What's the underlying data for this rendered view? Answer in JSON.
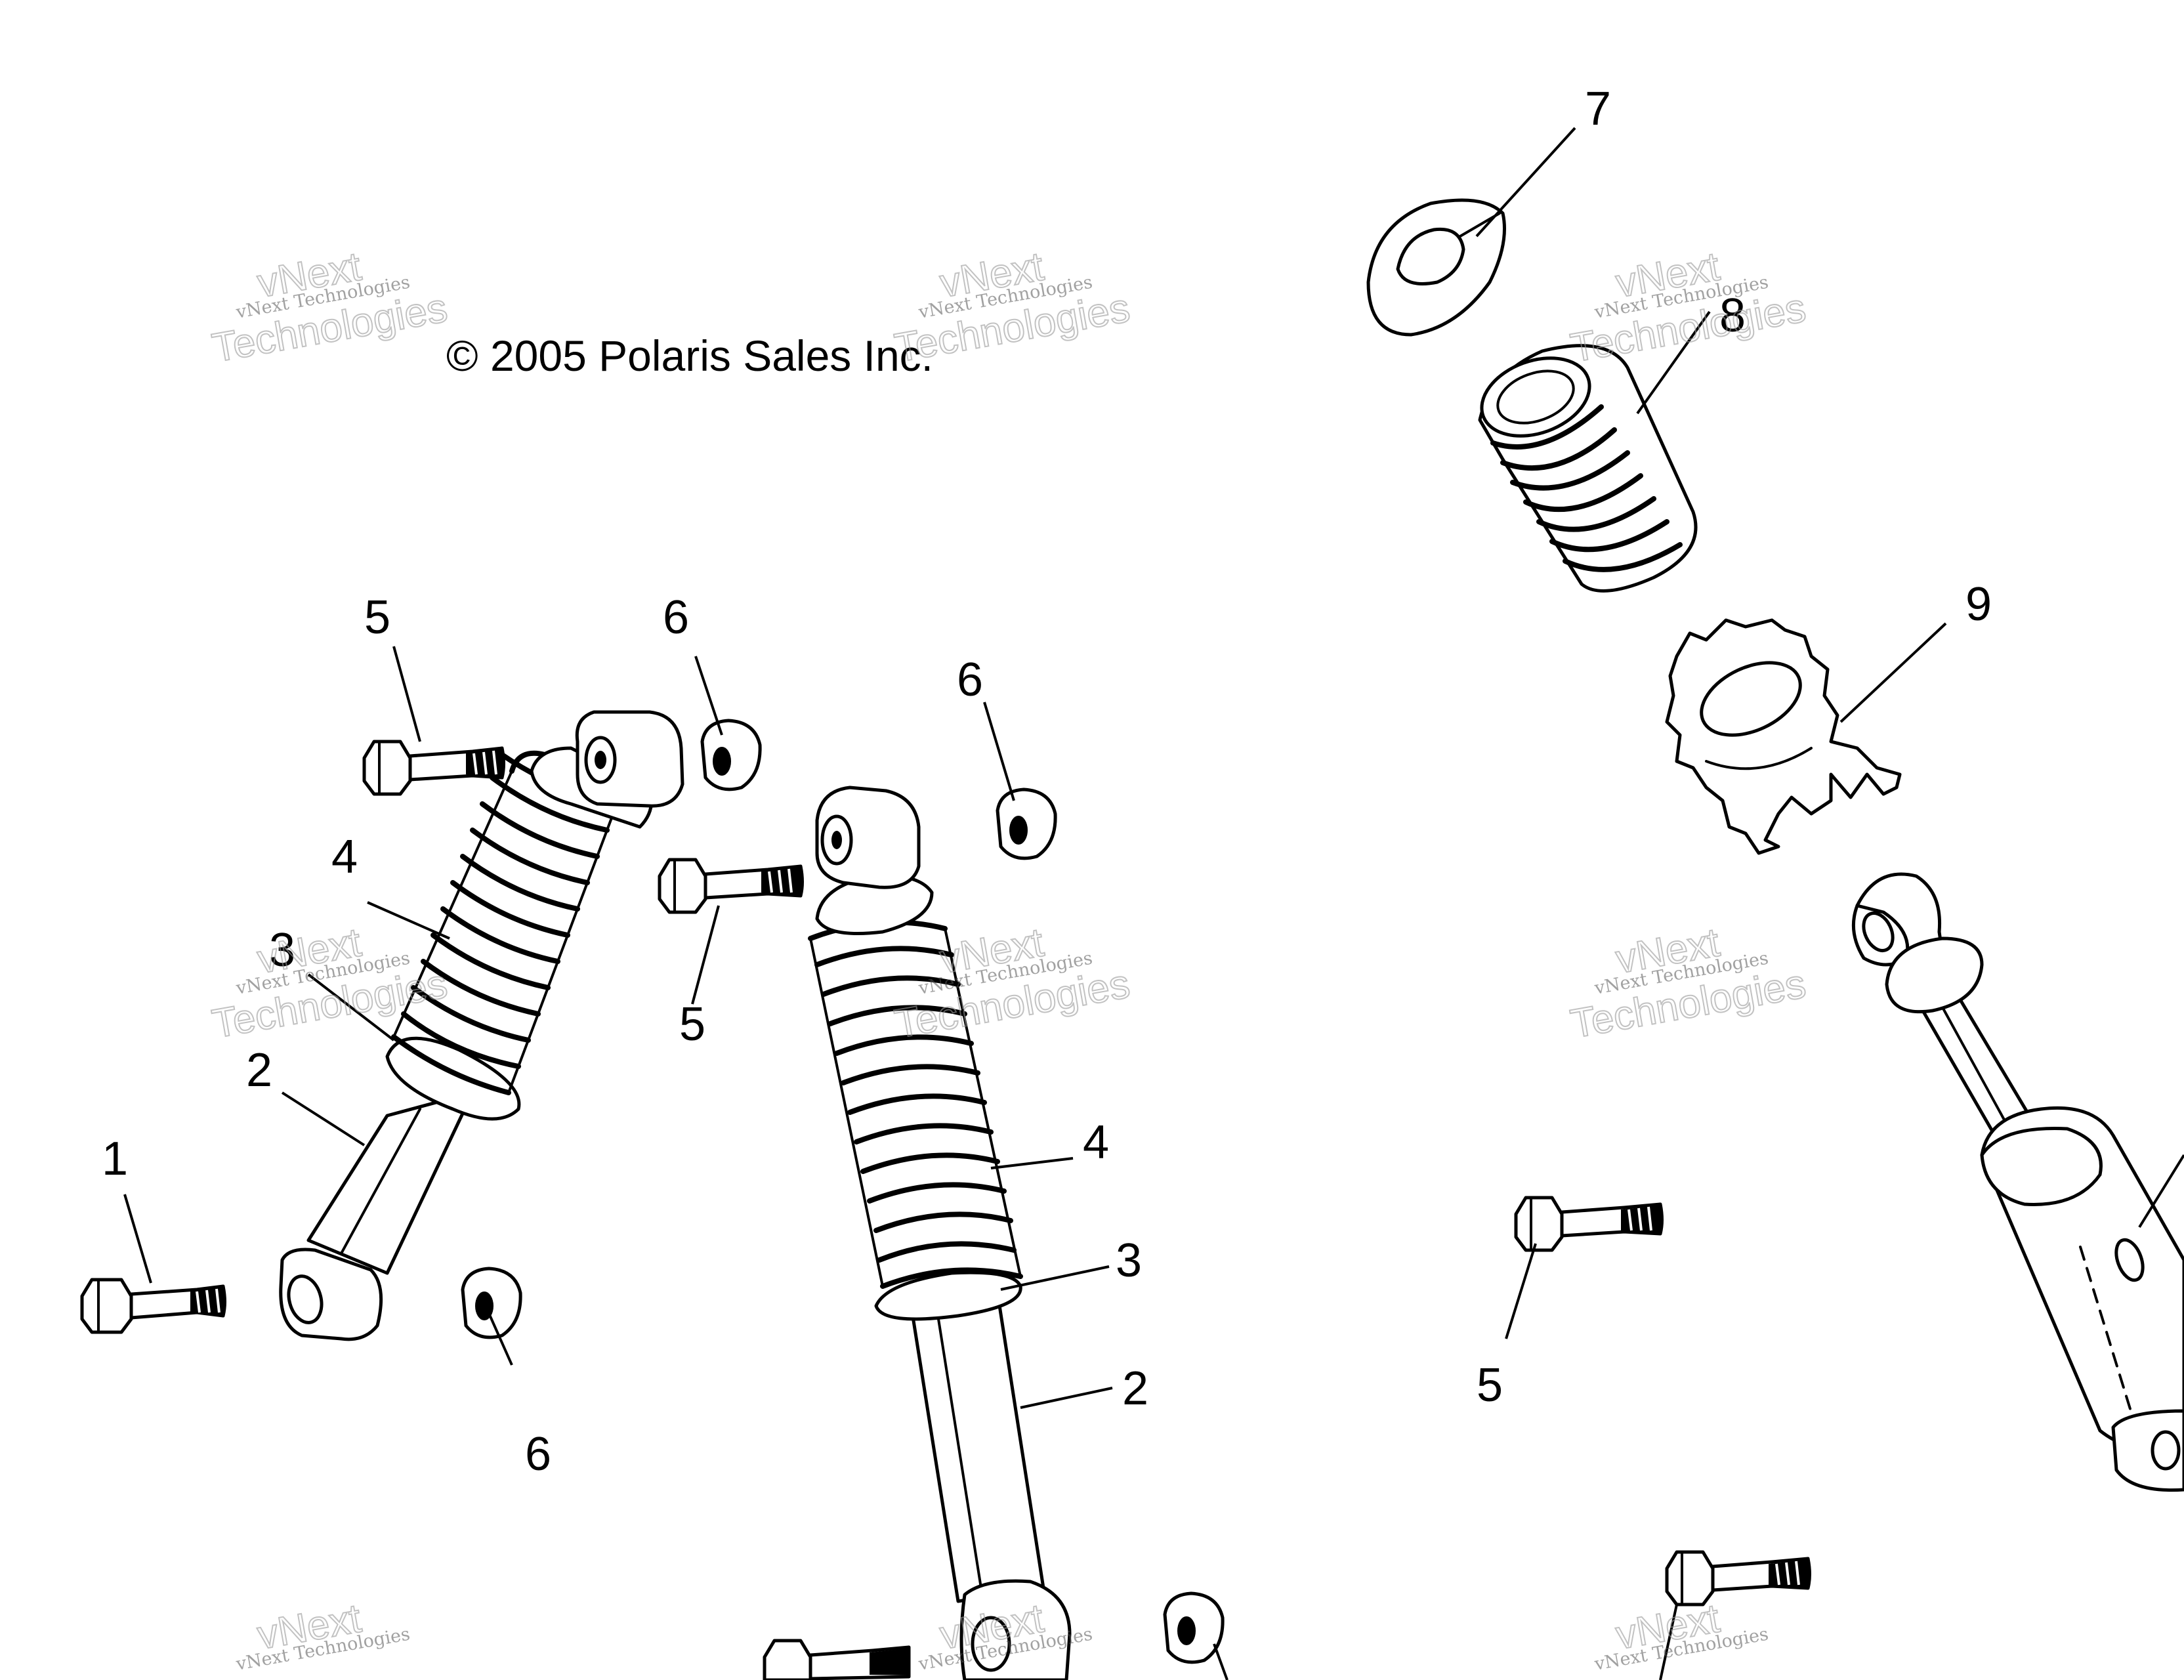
{
  "copyright": "© 2005 Polaris Sales Inc.",
  "watermark": {
    "line1": "vNext Technologies",
    "line2": "vNext",
    "line3": "Technologies"
  },
  "callouts": {
    "c1": "1",
    "c2a": "2",
    "c2b": "2",
    "c3a": "3",
    "c3b": "3",
    "c4a": "4",
    "c4b": "4",
    "c5a": "5",
    "c5b": "5",
    "c5c": "5",
    "c6a": "6",
    "c6b": "6",
    "c6c": "6",
    "c7": "7",
    "c8": "8",
    "c9": "9"
  }
}
